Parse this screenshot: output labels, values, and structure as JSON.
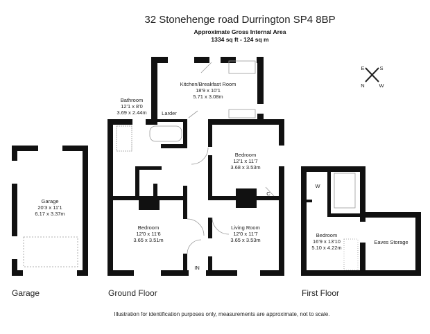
{
  "header": {
    "title": "32 Stonehenge road Durrington SP4 8BP",
    "subtitle": "Approximate Gross Internal Area",
    "area": "1334 sq ft - 124 sq m"
  },
  "compass": {
    "e": "E",
    "s": "S",
    "n": "N",
    "w": "W"
  },
  "rooms": {
    "garage": {
      "name": "Garage",
      "imperial": "20'3 x 11'1",
      "metric": "6.17 x 3.37m"
    },
    "kitchen": {
      "name": "Kitchen/Breakfast Room",
      "imperial": "18'9 x 10'1",
      "metric": "5.71 x 3.08m"
    },
    "bathroom": {
      "name": "Bathroom",
      "imperial": "12'1 x 8'0",
      "metric": "3.69 x 2.44m"
    },
    "larder": {
      "name": "Larder"
    },
    "bedroom_front_right": {
      "name": "Bedroom",
      "imperial": "12'1 x 11'7",
      "metric": "3.68 x 3.53m"
    },
    "cupboard": {
      "name": "C"
    },
    "bedroom_left": {
      "name": "Bedroom",
      "imperial": "12'0 x 11'6",
      "metric": "3.65 x 3.51m"
    },
    "living": {
      "name": "Living Room",
      "imperial": "12'0 x 11'7",
      "metric": "3.65 x 3.53m"
    },
    "entrance": {
      "name": "IN"
    },
    "wardrobe": {
      "name": "W"
    },
    "bedroom_first": {
      "name": "Bedroom",
      "imperial": "16'9 x 13'10",
      "metric": "5.10 x 4.22m"
    },
    "eaves": {
      "name": "Eaves Storage"
    }
  },
  "floors": {
    "garage": "Garage",
    "ground": "Ground Floor",
    "first": "First Floor"
  },
  "footer": "Illustration for identification purposes only, measurements are approximate, not to scale."
}
